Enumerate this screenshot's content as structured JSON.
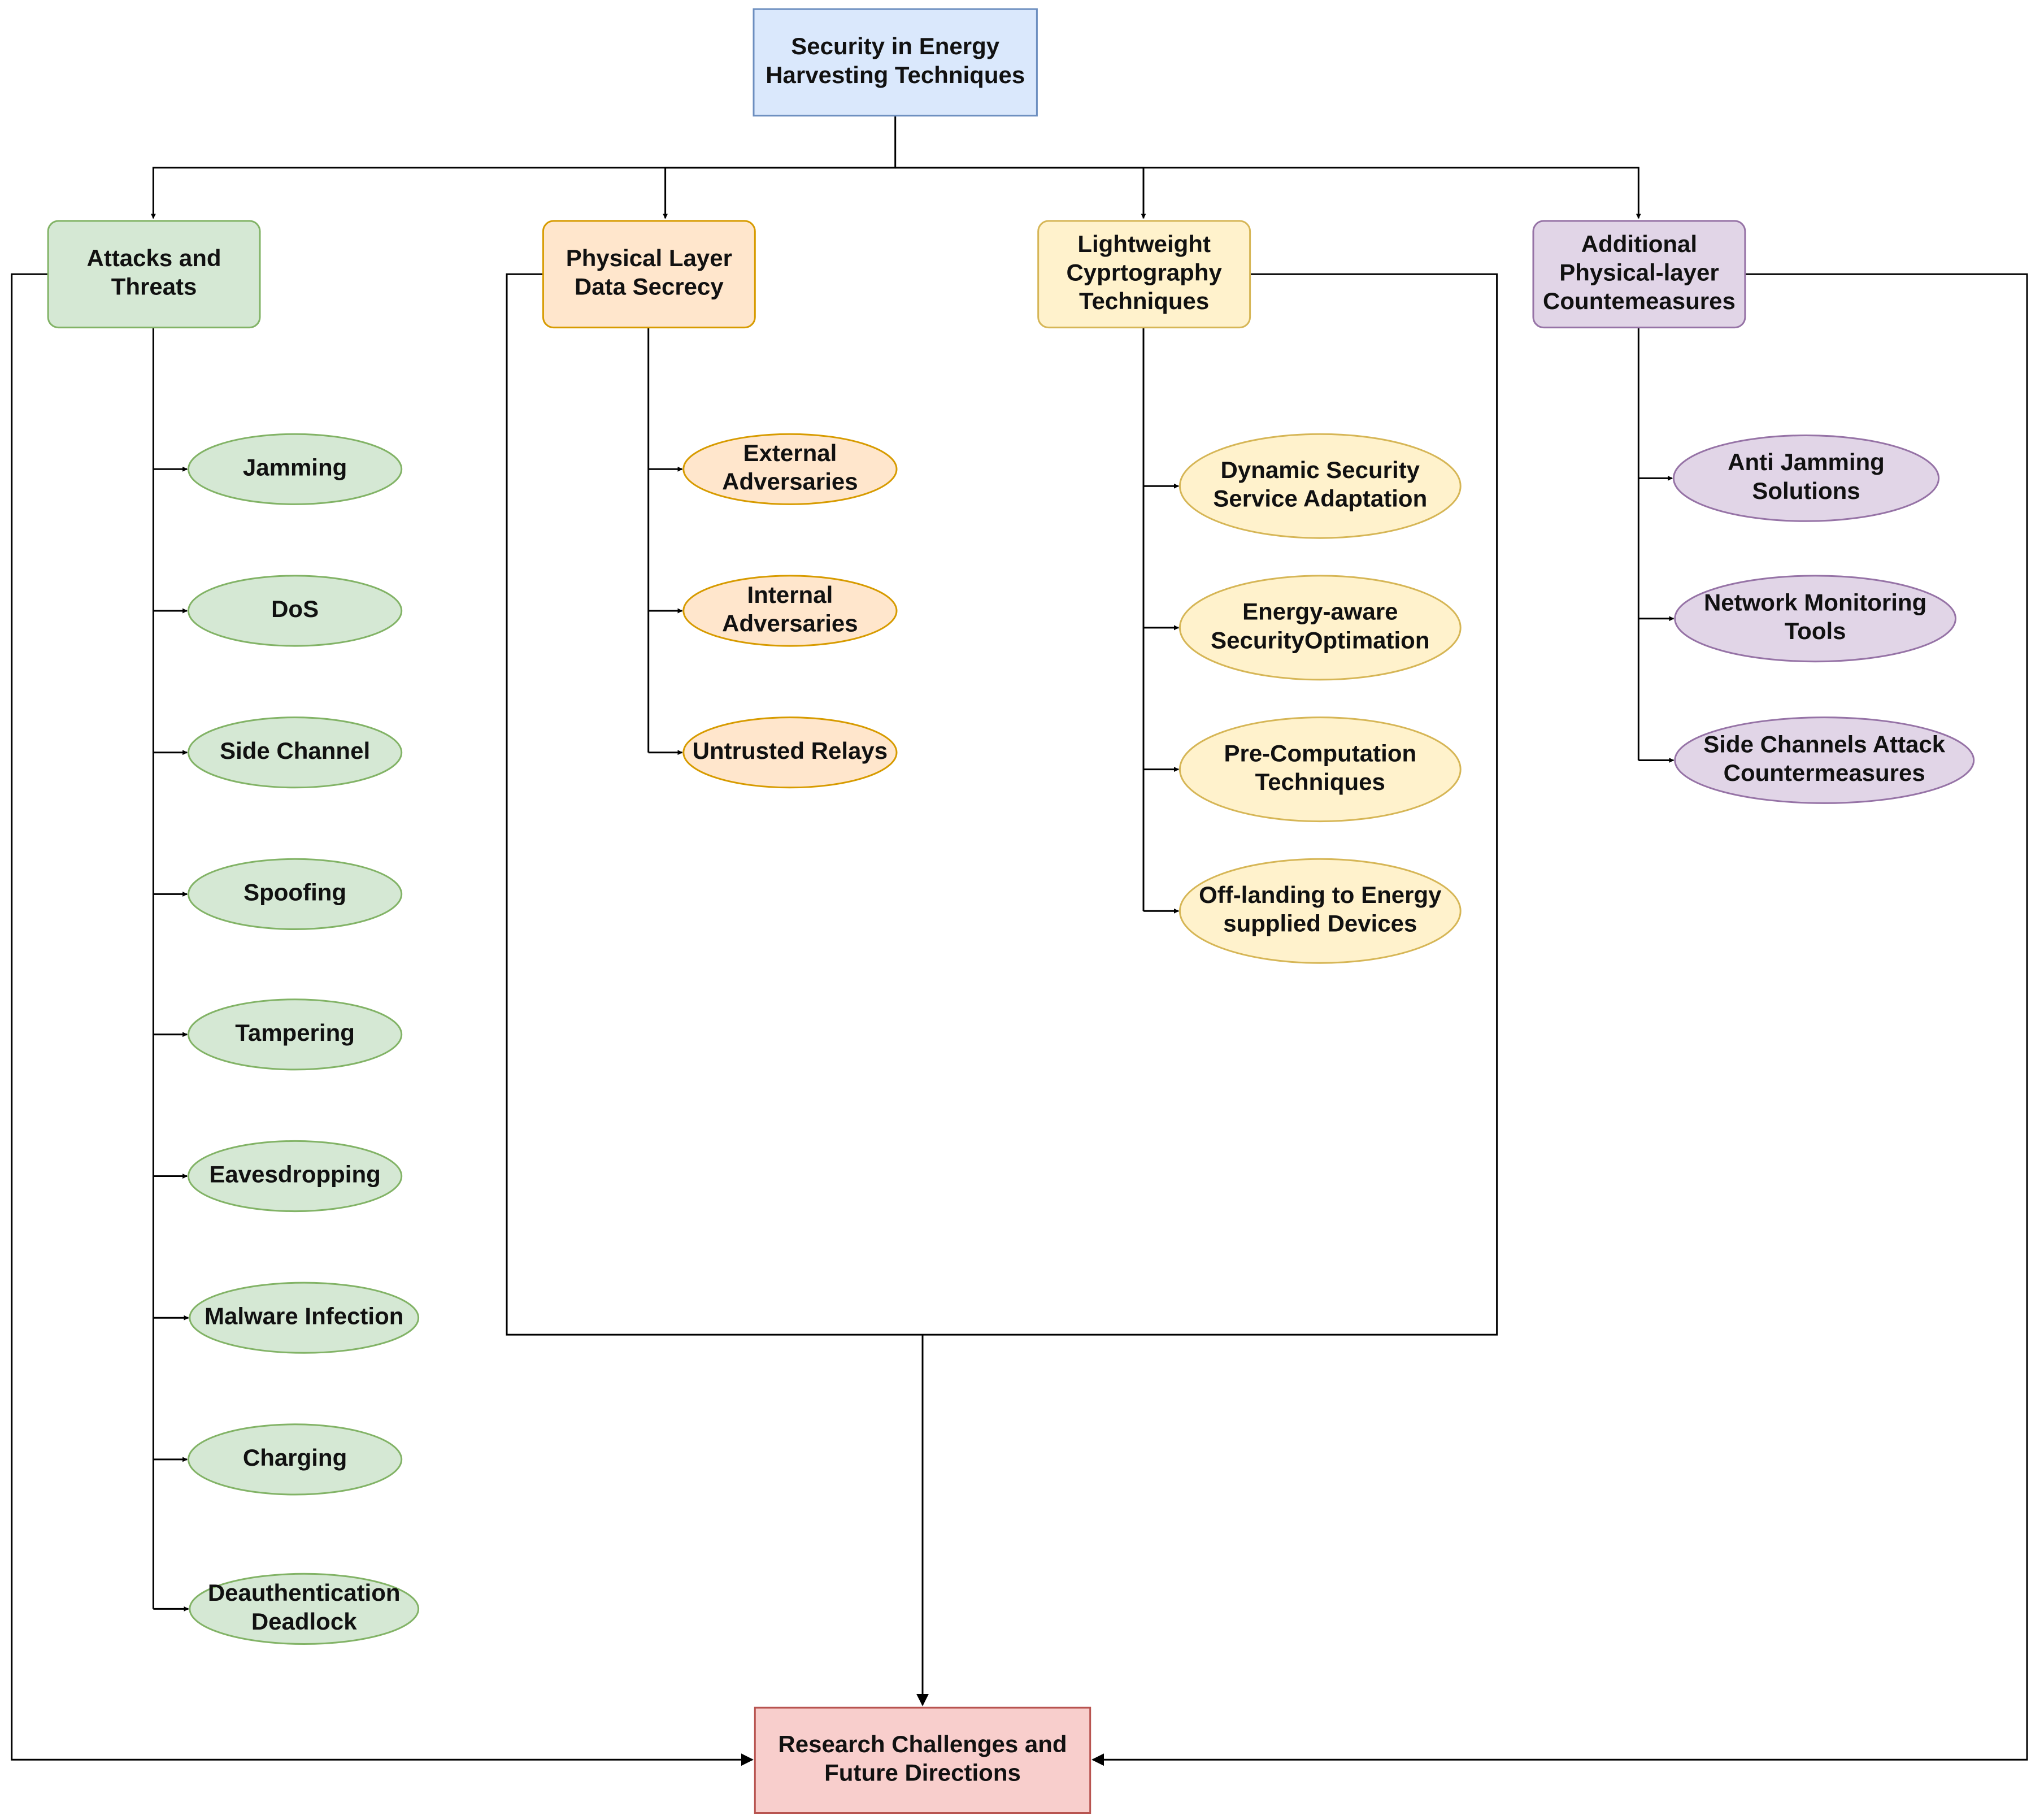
{
  "root": {
    "label": [
      "Security in Energy",
      "Harvesting Techniques"
    ]
  },
  "sink": {
    "label": [
      "Research Challenges and",
      "Future Directions"
    ]
  },
  "colors": {
    "root_fill": "#dae8fc",
    "root_stroke": "#6c8ebf",
    "green_fill": "#d5e8d4",
    "green_stroke": "#82b366",
    "orange_fill": "#ffe6cc",
    "orange_stroke": "#d79b00",
    "yellow_fill": "#fff2cc",
    "yellow_stroke": "#d6b656",
    "purple_fill": "#e1d5e7",
    "purple_stroke": "#9673a6",
    "sink_fill": "#f8cecc",
    "sink_stroke": "#b85450"
  },
  "categories": [
    {
      "label": [
        "Attacks and",
        "Threats"
      ],
      "color": "green",
      "children": [
        [
          "Jamming"
        ],
        [
          "DoS"
        ],
        [
          "Side Channel"
        ],
        [
          "Spoofing"
        ],
        [
          "Tampering"
        ],
        [
          "Eavesdropping"
        ],
        [
          "Malware Infection"
        ],
        [
          "Charging"
        ],
        [
          "Deauthentication",
          "Deadlock"
        ]
      ]
    },
    {
      "label": [
        "Physical Layer",
        "Data Secrecy"
      ],
      "color": "orange",
      "children": [
        [
          "External",
          "Adversaries"
        ],
        [
          "Internal",
          "Adversaries"
        ],
        [
          "Untrusted Relays"
        ]
      ]
    },
    {
      "label": [
        "Lightweight",
        "Cyprtography",
        "Techniques"
      ],
      "color": "yellow",
      "children": [
        [
          "Dynamic Security",
          "Service Adaptation"
        ],
        [
          "Energy-aware",
          "SecurityOptimation"
        ],
        [
          "Pre-Computation",
          "Techniques"
        ],
        [
          "Off-landing to Energy",
          "supplied Devices"
        ]
      ]
    },
    {
      "label": [
        "Additional",
        "Physical-layer",
        "Countemeasures"
      ],
      "color": "purple",
      "children": [
        [
          "Anti Jamming",
          "Solutions"
        ],
        [
          "Network Monitoring",
          "Tools"
        ],
        [
          "Side Channels Attack",
          "Countermeasures"
        ]
      ]
    }
  ]
}
